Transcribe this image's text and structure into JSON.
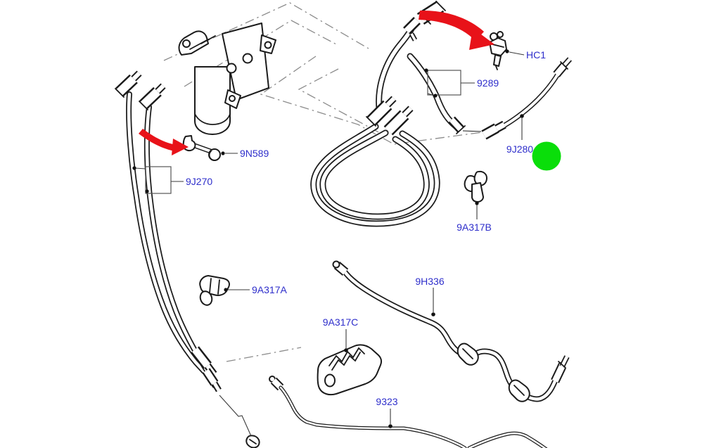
{
  "colors": {
    "background": "#ffffff",
    "line": "#1b1b1b",
    "phantom": "#8c8c8c",
    "label": "#2e2ecb",
    "arrow": "#e81219",
    "highlight": "#0ade0a"
  },
  "labels": {
    "hc1": "HC1",
    "p9289": "9289",
    "p9j280": "9J280",
    "p9n589": "9N589",
    "p9j270": "9J270",
    "p9a317b": "9A317B",
    "p9a317a": "9A317A",
    "p9a317c": "9A317C",
    "p9h336": "9H336",
    "p9323": "9323"
  }
}
